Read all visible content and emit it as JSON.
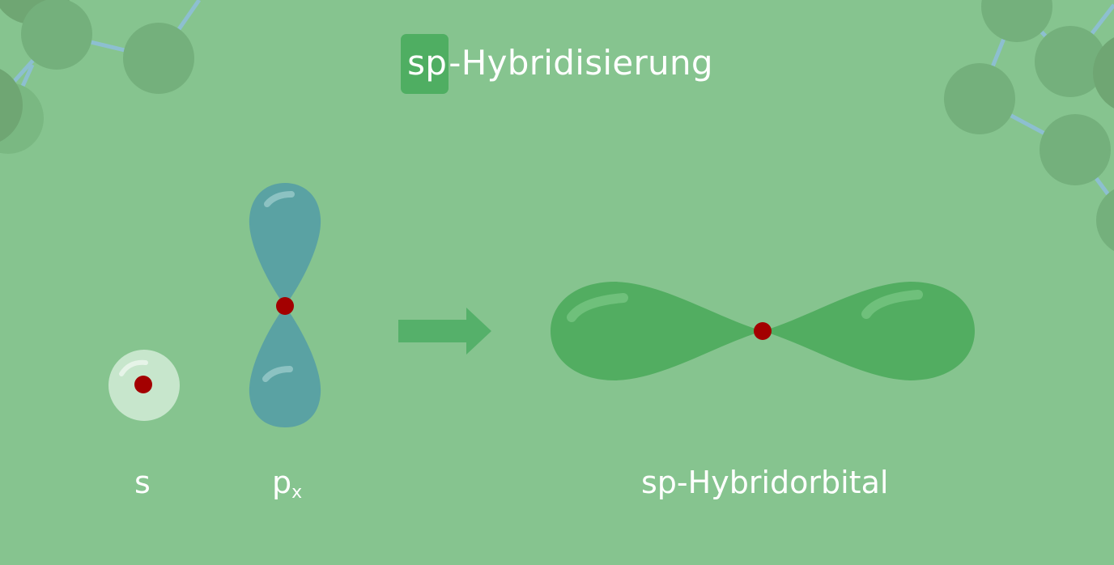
{
  "title": {
    "highlight": "sp",
    "rest": "-Hybridisierung"
  },
  "labels": {
    "s": "s",
    "p_main": "p",
    "p_sub": "x",
    "hybrid": "sp-Hybridorbital"
  },
  "colors": {
    "background": "#86c48f",
    "title_highlight": "#4fae62",
    "s_orbital": "#c7e6cc",
    "p_orbital": "#5aa2a3",
    "hybrid_orbital": "#52ad61",
    "nucleus": "#a30000",
    "arrow": "#55b06a",
    "decor_circle": "#74b07c",
    "decor_bond": "#8dbfd0"
  },
  "icons": {
    "arrow": "right-arrow-icon"
  }
}
